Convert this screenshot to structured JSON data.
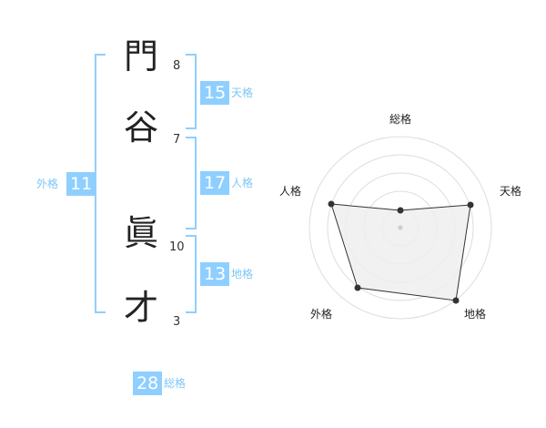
{
  "name": {
    "characters": [
      {
        "char": "門",
        "strokes": "8"
      },
      {
        "char": "谷",
        "strokes": "7"
      },
      {
        "char": "眞",
        "strokes": "10"
      },
      {
        "char": "才",
        "strokes": "3"
      }
    ]
  },
  "fortunes": {
    "tenkaku": {
      "label": "天格",
      "value": "15"
    },
    "jinkaku": {
      "label": "人格",
      "value": "17"
    },
    "chikaku": {
      "label": "地格",
      "value": "13"
    },
    "gaikaku": {
      "label": "外格",
      "value": "11"
    },
    "soukaku": {
      "label": "総格",
      "value": "28"
    }
  },
  "radar": {
    "labels": {
      "top": "総格",
      "upper_right": "天格",
      "lower_right": "地格",
      "lower_left": "外格",
      "upper_left": "人格"
    }
  },
  "colors": {
    "accent": "#8fcfff",
    "label_text": "#7ec6f5",
    "radar_fill": "#eeeeee",
    "radar_stroke": "#333333",
    "ring_stroke": "#dddddd"
  }
}
